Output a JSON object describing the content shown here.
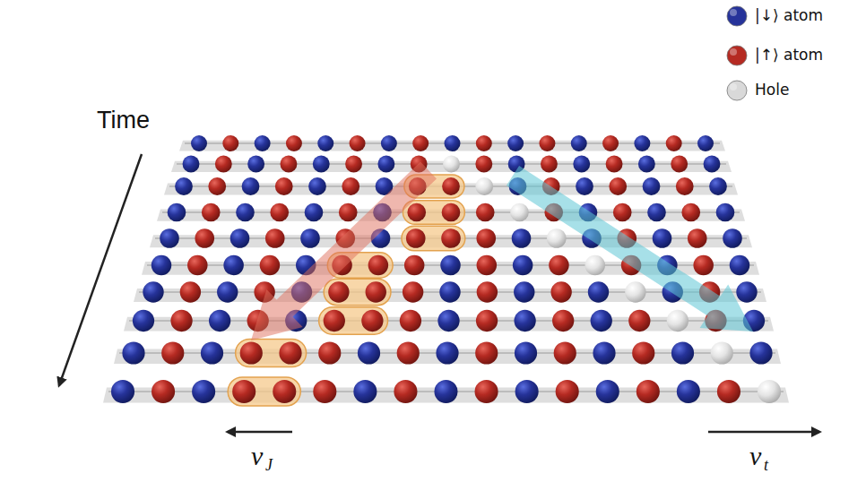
{
  "diagram": {
    "labels": [
      "Time",
      "v",
      "J",
      "v",
      "t"
    ],
    "legend": [
      {
        "text": "|↓⟩ atom",
        "color": "#26339a"
      },
      {
        "text": "|↑⟩ atom",
        "color": "#b52a22"
      },
      {
        "text": "Hole",
        "color": "#d9d9d9"
      }
    ]
  }
}
